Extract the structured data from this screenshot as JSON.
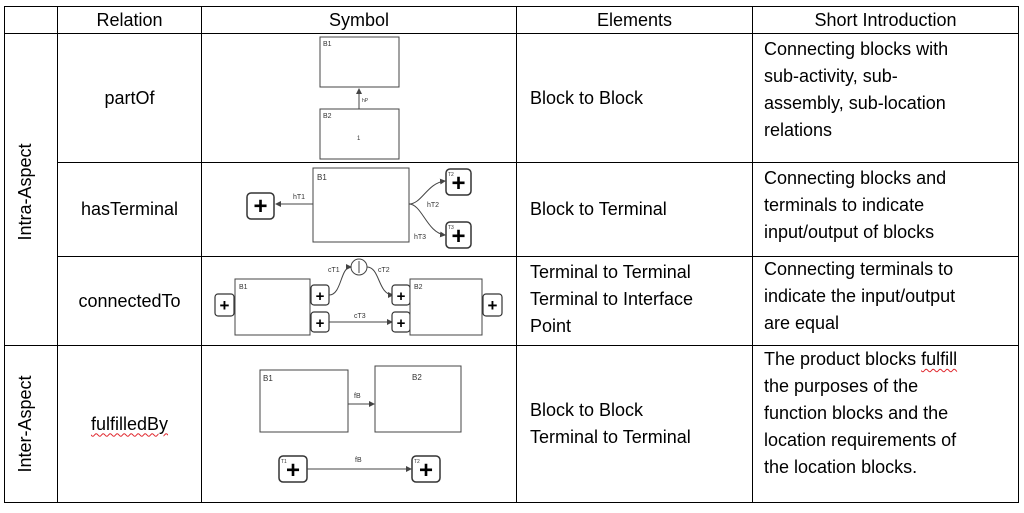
{
  "headers": {
    "relation": "Relation",
    "symbol": "Symbol",
    "elements": "Elements",
    "intro": "Short Introduction"
  },
  "groups": {
    "intra": "Intra-Aspect",
    "inter": "Inter-Aspect"
  },
  "rows": [
    {
      "relation": "partOf",
      "elements": [
        "Block to Block"
      ],
      "intro": [
        "Connecting blocks with",
        "sub-activity, sub-",
        "assembly, sub-location",
        "relations"
      ]
    },
    {
      "relation": "hasTerminal",
      "elements": [
        "Block to Terminal"
      ],
      "intro": [
        "Connecting blocks and",
        "terminals to indicate",
        "input/output of blocks"
      ]
    },
    {
      "relation": "connectedTo",
      "elements": [
        "Terminal to Terminal",
        "Terminal to Interface",
        "Point"
      ],
      "intro": [
        "Connecting terminals to",
        "indicate the input/output",
        "are equal"
      ]
    },
    {
      "relation": "fulfilledBy",
      "elements": [
        "Block to Block",
        "Terminal to Terminal"
      ],
      "intro_pre": "The product blocks ",
      "intro_spell": "fulfill",
      "intro": [
        "the purposes of the",
        "function blocks and the",
        "location requirements of",
        "the location blocks."
      ]
    }
  ],
  "symbols": {
    "b1": "B1",
    "b2": "B2",
    "t1": "T1",
    "t2": "T2",
    "t3": "T3",
    "hp": "hP",
    "one": "1",
    "ht1": "hT1",
    "ht2": "hT2",
    "ht3": "hT3",
    "ct1": "cT1",
    "ct2": "cT2",
    "ct3": "cT3",
    "fb": "fB",
    "plus": "+"
  }
}
